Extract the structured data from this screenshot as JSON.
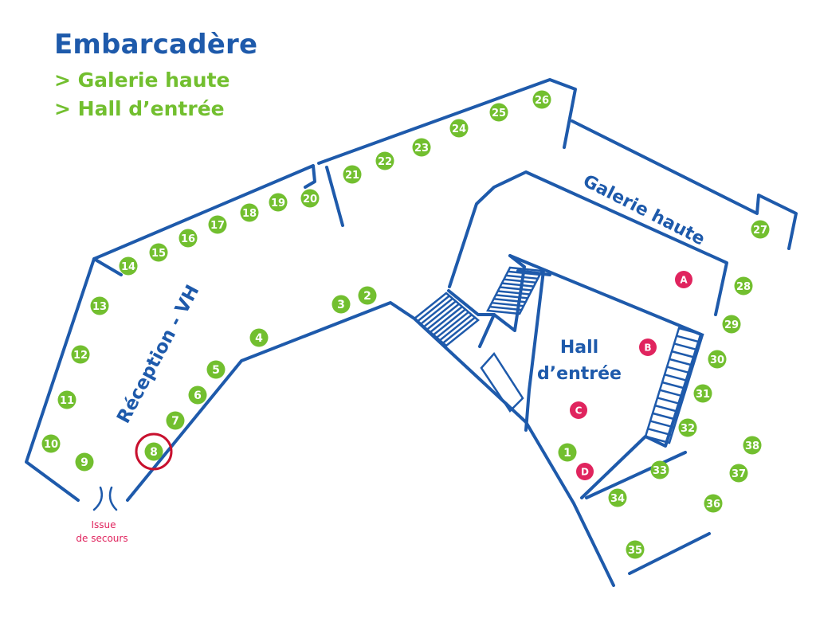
{
  "header": {
    "title": "Embarcadère",
    "subtitle1": "> Galerie haute",
    "subtitle2": "> Hall d’entrée"
  },
  "labels": {
    "galerie": "Galerie haute",
    "hall_line1": "Hall",
    "hall_line2": "d’entrée",
    "reception": "Réception - VH",
    "exit_line1": "Issue",
    "exit_line2": "de secours"
  },
  "colors": {
    "wall": "#1e5aab",
    "stand": "#72bf2f",
    "service": "#e0245e",
    "highlight": "#c8102e"
  },
  "stands": [
    "1",
    "2",
    "3",
    "4",
    "5",
    "6",
    "7",
    "8",
    "9",
    "10",
    "11",
    "12",
    "13",
    "14",
    "15",
    "16",
    "17",
    "18",
    "19",
    "20",
    "21",
    "22",
    "23",
    "24",
    "25",
    "26",
    "27",
    "28",
    "29",
    "30",
    "31",
    "32",
    "33",
    "34",
    "35",
    "36",
    "37",
    "38"
  ],
  "services": [
    "A",
    "B",
    "C",
    "D"
  ],
  "highlighted_stand": "8"
}
